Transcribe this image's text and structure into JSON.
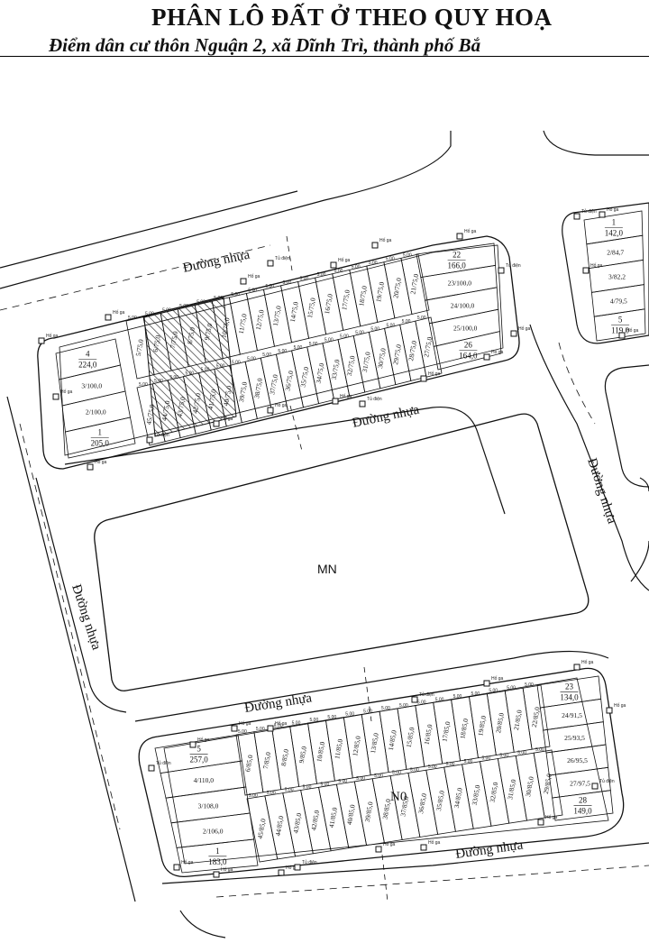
{
  "header": {
    "title": "PHÂN LÔ ĐẤT Ở THEO QUY HOẠ",
    "subtitle": "Điểm dân cư thôn Nguận 2, xã Dĩnh Trì, thành phố Bắ"
  },
  "area_label": "MN",
  "road_label": "Đường nhựa",
  "block_label": "N0",
  "service_labels": {
    "manhole": "Hố ga",
    "cabinet": "Tủ điện"
  },
  "colors": {
    "line": "#111111",
    "hatch": "#222222",
    "background": "#ffffff"
  },
  "block_top": {
    "west_lots": [
      {
        "top": "4",
        "bottom": "224,0"
      },
      {
        "top": "3/100,0",
        "bottom": ""
      },
      {
        "top": "2/100,0",
        "bottom": ""
      },
      {
        "top": "1",
        "bottom": "205,0"
      }
    ],
    "north_row": [
      "5/75,0",
      "6/75,0",
      "7/75,0",
      "8/75,0",
      "9/75,0",
      "10/75,0",
      "11/75,0",
      "12/75,0",
      "13/75,0",
      "14/75,0",
      "15/75,0",
      "16/75,0",
      "17/75,0",
      "18/75,0",
      "19/75,0",
      "20/75,0",
      "21/75,0"
    ],
    "south_row": [
      "45/75,0",
      "44/75,0",
      "43/75,0",
      "42/75,0",
      "41/75,0",
      "40/75,0",
      "39/75,0",
      "38/75,0",
      "37/75,0",
      "36/75,0",
      "35/75,0",
      "34/75,0",
      "33/75,0",
      "32/75,0",
      "31/75,0",
      "30/75,0",
      "29/75,0",
      "28/75,0",
      "27/75,0"
    ],
    "east_lots": [
      {
        "top": "22",
        "bottom": "166,0"
      },
      {
        "top": "23/100,0",
        "bottom": ""
      },
      {
        "top": "24/100,0",
        "bottom": ""
      },
      {
        "top": "25/100,0",
        "bottom": ""
      },
      {
        "top": "26",
        "bottom": "164,0"
      }
    ]
  },
  "block_ne": {
    "lots": [
      {
        "top": "1",
        "bottom": "142,0"
      },
      {
        "top": "2/84,7",
        "bottom": ""
      },
      {
        "top": "3/82,2",
        "bottom": ""
      },
      {
        "top": "4/79,5",
        "bottom": ""
      },
      {
        "top": "5",
        "bottom": "119,0"
      }
    ]
  },
  "block_bottom": {
    "west_lots": [
      {
        "top": "5",
        "bottom": "257,0"
      },
      {
        "top": "4/110,0",
        "bottom": ""
      },
      {
        "top": "3/108,0",
        "bottom": ""
      },
      {
        "top": "2/106,0",
        "bottom": ""
      },
      {
        "top": "1",
        "bottom": "183,0"
      }
    ],
    "north_row": [
      "6/85,0",
      "7/85,0",
      "8/85,0",
      "9/85,0",
      "10/85,0",
      "11/85,0",
      "12/85,0",
      "13/85,0",
      "14/85,0",
      "15/85,0",
      "16/85,0",
      "17/85,0",
      "18/85,0",
      "19/85,0",
      "20/85,0",
      "21/85,0",
      "22/85,0"
    ],
    "south_row": [
      "45/85,0",
      "44/85,0",
      "43/85,0",
      "42/85,0",
      "41/85,0",
      "40/85,0",
      "39/85,0",
      "38/85,0",
      "37/85,0",
      "36/85,0",
      "35/85,0",
      "34/85,0",
      "33/85,0",
      "32/85,0",
      "31/85,0",
      "30/85,0",
      "29/85,0"
    ],
    "east_lots": [
      {
        "top": "23",
        "bottom": "134,0"
      },
      {
        "top": "24/91,5",
        "bottom": ""
      },
      {
        "top": "25/93,5",
        "bottom": ""
      },
      {
        "top": "26/95,5",
        "bottom": ""
      },
      {
        "top": "27/97,5",
        "bottom": ""
      },
      {
        "top": "28",
        "bottom": "149,0"
      }
    ]
  }
}
